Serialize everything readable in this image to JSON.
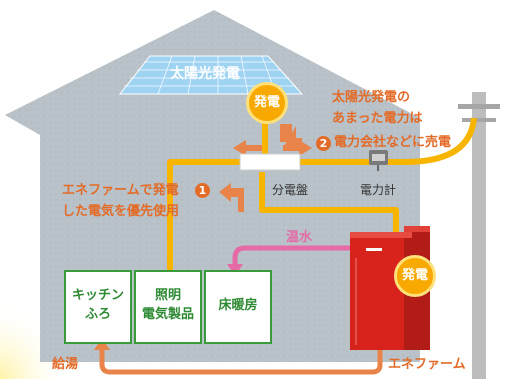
{
  "solar_panel_label": "太陽光発電",
  "generation_badge": "発電",
  "surplus_note": [
    "太陽光発電の",
    "あまった電力は"
  ],
  "sell_note": "電力会社などに売電",
  "num_1": "1",
  "num_2": "2",
  "enefarm_use_note": [
    "エネファームで発電",
    "した電気を優先使用"
  ],
  "distribution_board": "分電盤",
  "power_meter": "電力計",
  "hot_water": "温水",
  "rooms": [
    {
      "lines": [
        "キッチン",
        "ふろ"
      ]
    },
    {
      "lines": [
        "照明",
        "電気製品"
      ]
    },
    {
      "lines": [
        "床暖房"
      ]
    }
  ],
  "hot_water_supply": "給湯",
  "enefarm": "エネファーム",
  "colors": {
    "house": "#b9c2c9",
    "solar": "#9fd3f2",
    "yellow_line": "#f7b500",
    "orange_text": "#e36b27",
    "pink_line": "#e56aa6",
    "unit_red": "#d8231c",
    "green": "#3a9b3a"
  }
}
